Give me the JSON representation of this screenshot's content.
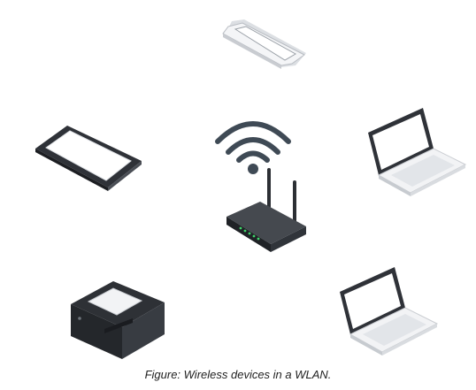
{
  "caption": "Figure: Wireless devices in a WLAN.",
  "devices": [
    {
      "name": "smartphone",
      "icon": "smartphone-icon"
    },
    {
      "name": "tablet",
      "icon": "tablet-icon"
    },
    {
      "name": "wireless-router",
      "icon": "router-icon"
    },
    {
      "name": "laptop",
      "icon": "laptop-icon"
    },
    {
      "name": "printer",
      "icon": "printer-icon"
    },
    {
      "name": "laptop",
      "icon": "laptop-icon"
    }
  ],
  "colors": {
    "wifi_signal": "#3f4a55",
    "device_body": "#2f3238",
    "device_light": "#eef0f2",
    "screen": "#ffffff",
    "router_led": "#3fd46a"
  }
}
